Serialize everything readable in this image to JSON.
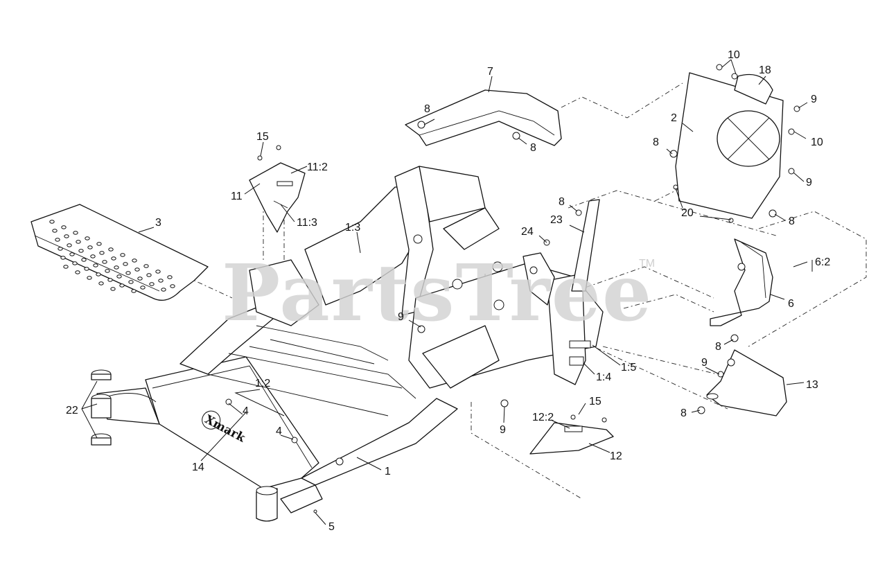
{
  "watermark": {
    "text": "PartsTree",
    "trademark": "TM"
  },
  "brand_logo": "Xmark",
  "callouts": [
    {
      "id": "c-10a",
      "label": "10"
    },
    {
      "id": "c-18",
      "label": "18"
    },
    {
      "id": "c-7",
      "label": "7"
    },
    {
      "id": "c-9a",
      "label": "9"
    },
    {
      "id": "c-2",
      "label": "2"
    },
    {
      "id": "c-8a",
      "label": "8"
    },
    {
      "id": "c-10b",
      "label": "10"
    },
    {
      "id": "c-8b",
      "label": "8"
    },
    {
      "id": "c-15a",
      "label": "15"
    },
    {
      "id": "c-8c",
      "label": "8"
    },
    {
      "id": "c-11-2",
      "label": "11:2"
    },
    {
      "id": "c-9b",
      "label": "9"
    },
    {
      "id": "c-11",
      "label": "11"
    },
    {
      "id": "c-8d",
      "label": "8"
    },
    {
      "id": "c-3",
      "label": "3"
    },
    {
      "id": "c-20",
      "label": "20"
    },
    {
      "id": "c-11-3",
      "label": "11:3"
    },
    {
      "id": "c-8e",
      "label": "8"
    },
    {
      "id": "c-23",
      "label": "23"
    },
    {
      "id": "c-1-3",
      "label": "1:3"
    },
    {
      "id": "c-24",
      "label": "24"
    },
    {
      "id": "c-6-2",
      "label": "6:2"
    },
    {
      "id": "c-6",
      "label": "6"
    },
    {
      "id": "c-9c",
      "label": "9"
    },
    {
      "id": "c-8f",
      "label": "8"
    },
    {
      "id": "c-1-5",
      "label": "1:5"
    },
    {
      "id": "c-9d",
      "label": "9"
    },
    {
      "id": "c-1-4",
      "label": "1:4"
    },
    {
      "id": "c-13",
      "label": "13"
    },
    {
      "id": "c-1-2",
      "label": "1:2"
    },
    {
      "id": "c-15b",
      "label": "15"
    },
    {
      "id": "c-22",
      "label": "22"
    },
    {
      "id": "c-4a",
      "label": "4"
    },
    {
      "id": "c-8g",
      "label": "8"
    },
    {
      "id": "c-12-2",
      "label": "12:2"
    },
    {
      "id": "c-9e",
      "label": "9"
    },
    {
      "id": "c-4b",
      "label": "4"
    },
    {
      "id": "c-12",
      "label": "12"
    },
    {
      "id": "c-14",
      "label": "14"
    },
    {
      "id": "c-1",
      "label": "1"
    },
    {
      "id": "c-5",
      "label": "5"
    }
  ]
}
